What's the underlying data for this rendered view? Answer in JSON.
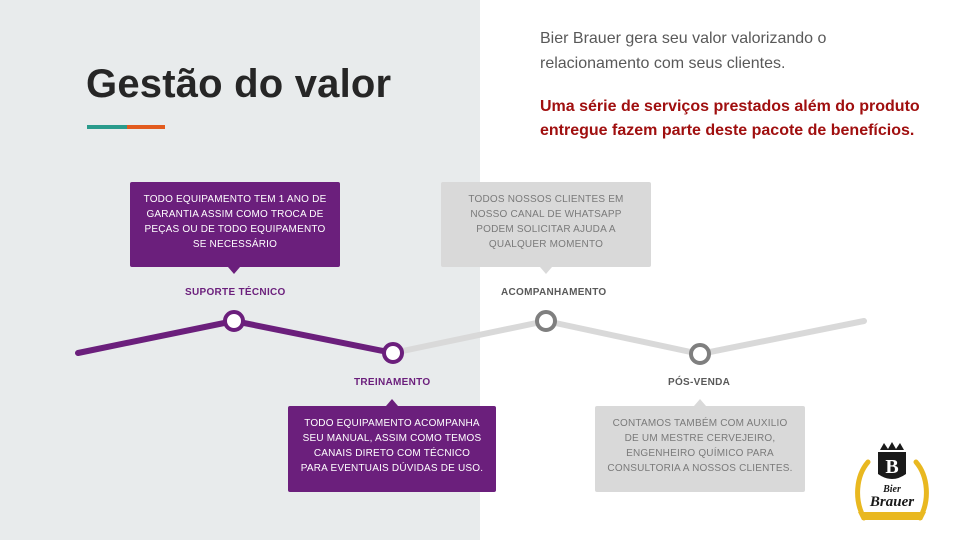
{
  "slide": {
    "title": "Gestão do valor",
    "intro": "Bier Brauer gera seu valor valorizando o relacionamento com seus clientes.",
    "highlight": "Uma série de serviços prestados além do produto entregue fazem parte deste pacote de benefícios."
  },
  "colors": {
    "purple": "#6b1f7c",
    "gray": "#d9d9d9",
    "accent_teal": "#2a9b8c",
    "accent_orange": "#e25b1e",
    "highlight_red": "#a00f0f"
  },
  "stages": [
    {
      "label": "SUPORTE TÉCNICO",
      "text": "TODO EQUIPAMENTO TEM 1 ANO DE GARANTIA ASSIM COMO TROCA DE PEÇAS OU DE TODO EQUIPAMENTO SE NECESSÁRIO"
    },
    {
      "label": "TREINAMENTO",
      "text": "TODO EQUIPAMENTO ACOMPANHA SEU MANUAL, ASSIM COMO TEMOS CANAIS DIRETO COM TÉCNICO PARA EVENTUAIS DÚVIDAS DE USO."
    },
    {
      "label": "ACOMPANHAMENTO",
      "text": "TODOS NOSSOS CLIENTES EM NOSSO CANAL DE WHATSAPP PODEM SOLICITAR AJUDA A QUALQUER MOMENTO"
    },
    {
      "label": "PÓS-VENDA",
      "text": "CONTAMOS TAMBÉM COM AUXILIO DE UM MESTRE CERVEJEIRO, ENGENHEIRO QUÍMICO PARA CONSULTORIA A NOSSOS CLIENTES."
    }
  ],
  "logo": {
    "text_top": "Bier",
    "text_main": "Brauer",
    "monogram": "B"
  }
}
